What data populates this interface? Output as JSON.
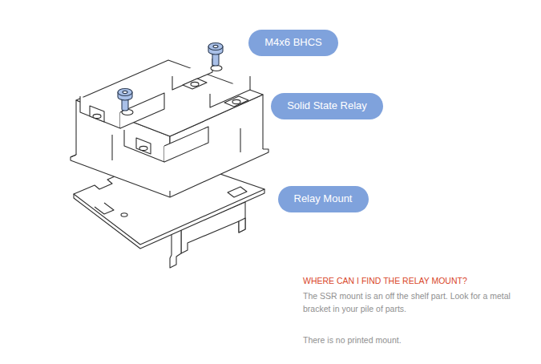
{
  "diagram": {
    "nodes": [
      {
        "text": [
          "M4x6 BHCS"
        ]
      },
      {
        "text": [
          "Solid State Relay"
        ]
      },
      {
        "text": [
          "Relay Mount"
        ]
      }
    ],
    "labels": [
      "WHERE CAN I FIND THE RELAY MOUNT?",
      "The SSR mount is an off the shelf part. Look for a metal bracket in your pile of parts.",
      "There is no printed mount."
    ]
  }
}
